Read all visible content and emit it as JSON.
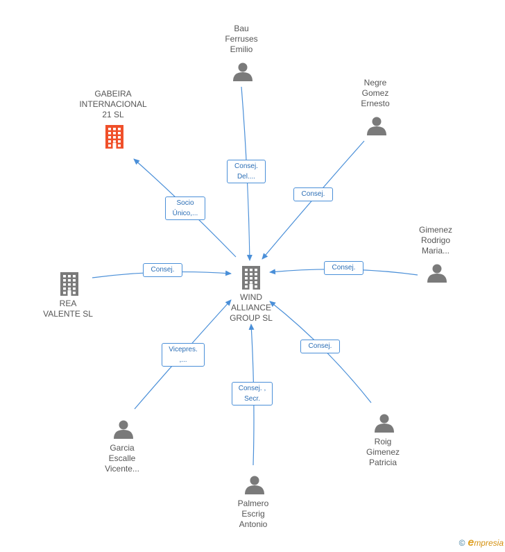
{
  "colors": {
    "edge": "#4a8fd8",
    "person_icon": "#7a7a7a",
    "company_icon": "#7a7a7a",
    "highlight_company_icon": "#f0502a"
  },
  "center": {
    "id": "wind",
    "label": "WIND\nALLIANCE\nGROUP SL",
    "icon": "building-icon"
  },
  "nodes": [
    {
      "id": "gabeira",
      "label": "GABEIRA\nINTERNACIONAL\n21 SL",
      "icon": "building-icon",
      "highlight": true
    },
    {
      "id": "bau",
      "label": "Bau\nFerruses\nEmilio",
      "icon": "person-icon"
    },
    {
      "id": "negre",
      "label": "Negre\nGomez\nErnesto",
      "icon": "person-icon"
    },
    {
      "id": "gimenez",
      "label": "Gimenez\nRodrigo\nMaria...",
      "icon": "person-icon"
    },
    {
      "id": "rea",
      "label": "REA\nVALENTE SL",
      "icon": "building-icon"
    },
    {
      "id": "garcia",
      "label": "Garcia\nEscalle\nVicente...",
      "icon": "person-icon"
    },
    {
      "id": "palmero",
      "label": "Palmero\nEscrig\nAntonio",
      "icon": "person-icon"
    },
    {
      "id": "roig",
      "label": "Roig\nGimenez\nPatricia",
      "icon": "person-icon"
    }
  ],
  "edges": [
    {
      "from": "wind",
      "to": "gabeira",
      "label": "Socio\nÚnico,..."
    },
    {
      "from": "bau",
      "to": "wind",
      "label": "Consej.\nDel...."
    },
    {
      "from": "negre",
      "to": "wind",
      "label": "Consej."
    },
    {
      "from": "gimenez",
      "to": "wind",
      "label": "Consej."
    },
    {
      "from": "rea",
      "to": "wind",
      "label": "Consej."
    },
    {
      "from": "garcia",
      "to": "wind",
      "label": "Vicepres.\n,..."
    },
    {
      "from": "palmero",
      "to": "wind",
      "label": "Consej. ,\nSecr."
    },
    {
      "from": "roig",
      "to": "wind",
      "label": "Consej."
    }
  ],
  "footer": {
    "copyright": "©",
    "brand_initial": "e",
    "brand_rest": "mpresia"
  }
}
